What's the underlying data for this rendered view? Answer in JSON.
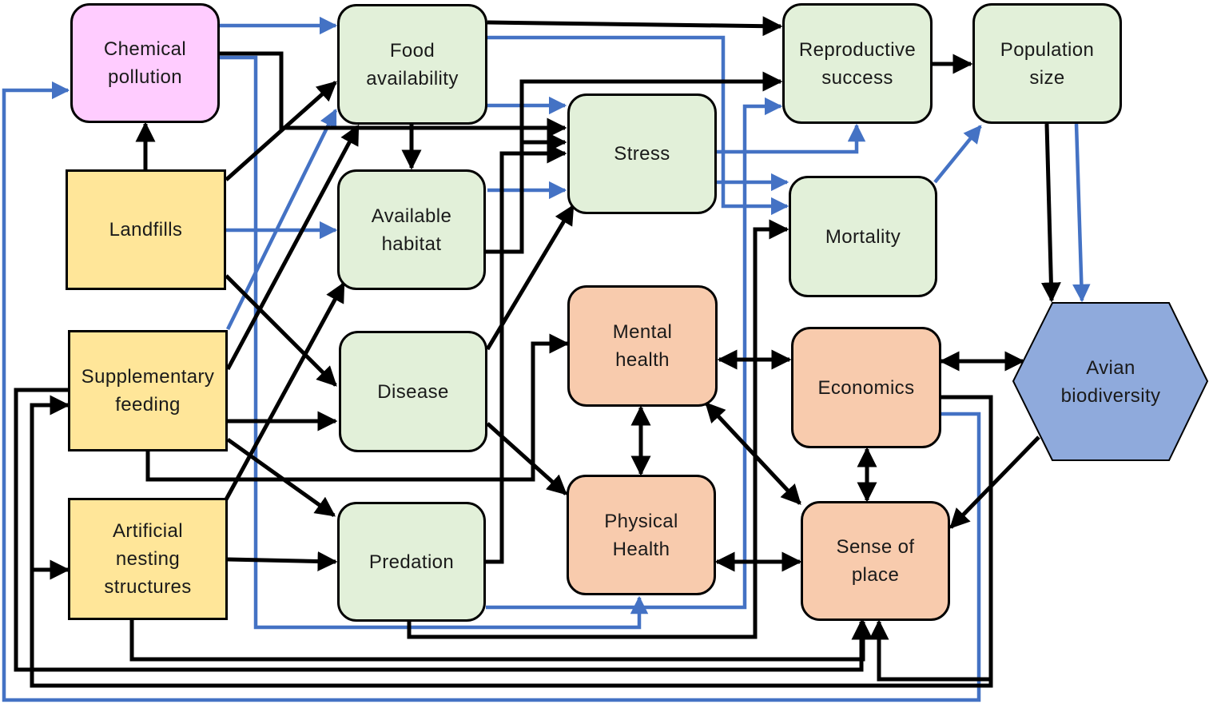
{
  "colors": {
    "driver": "#FFE699",
    "ecological": "#E2F0D9",
    "human": "#F8CBAD",
    "pollution": "#FFCCFF",
    "biodiversity": "#8FAADC",
    "black_arrow": "#000000",
    "blue_arrow": "#4472C4"
  },
  "nodes": {
    "chemical_pollution": "Chemical\npollution",
    "landfills": "Landfills",
    "supplementary_feeding": "Supplementary\nfeeding",
    "artificial_nesting": "Artificial\nnesting\nstructures",
    "food_availability": "Food\navailability",
    "available_habitat": "Available\nhabitat",
    "disease": "Disease",
    "predation": "Predation",
    "stress": "Stress",
    "reproductive_success": "Reproductive\nsuccess",
    "population_size": "Population\nsize",
    "mortality": "Mortality",
    "mental_health": "Mental\nhealth",
    "physical_health": "Physical\nHealth",
    "economics": "Economics",
    "sense_of_place": "Sense of\nplace",
    "avian_biodiversity": "Avian\nbiodiversity"
  }
}
